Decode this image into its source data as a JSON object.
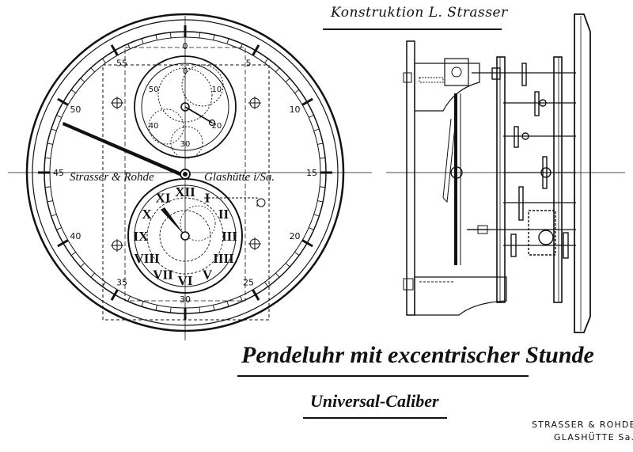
{
  "header": {
    "construction_label": "Konstruktion L. Strasser"
  },
  "dial": {
    "signature_left": "Strasser & Rohde",
    "signature_right": "Glashütte i/Sa.",
    "minute_numbers": [
      "0",
      "5",
      "10",
      "15",
      "20",
      "25",
      "30",
      "35",
      "40",
      "45",
      "50",
      "55"
    ],
    "hour_numerals": [
      "XII",
      "I",
      "II",
      "III",
      "IIII",
      "V",
      "VI",
      "VII",
      "VIII",
      "IX",
      "X",
      "XI"
    ],
    "seconds_numbers": [
      "0",
      "10",
      "20",
      "30",
      "40",
      "50"
    ]
  },
  "caption": {
    "title": "Pendeluhr mit excentrischer Stunde",
    "subtitle": "Universal-Caliber"
  },
  "footer": {
    "maker": "STRASSER & ROHDE",
    "place": "GLASHÜTTE Sa."
  },
  "colors": {
    "ink": "#111111",
    "paper": "#ffffff"
  }
}
